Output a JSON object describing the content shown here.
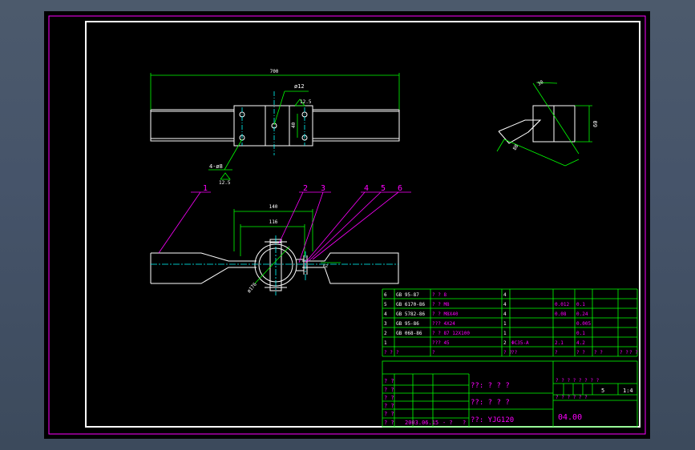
{
  "dimensions": {
    "length_700": "700",
    "hole_d12": "ø12",
    "roughness_top": "12.5",
    "holes_4x": "4-ø8",
    "roughness_bottom": "12.5",
    "pitch_40": "40",
    "right_30": "30",
    "right_60": "60",
    "right_88": "88",
    "width_140": "140",
    "width_116": "116",
    "dia_176": "ø176",
    "gap_62": "62"
  },
  "leaders": {
    "n1": "1",
    "n2": "2",
    "n3": "3",
    "n4": "4",
    "n5": "5",
    "n6": "6"
  },
  "bom_rows": [
    {
      "no": "6",
      "code": "GB 95-87",
      "name": "? ? 8",
      "qty": "4",
      "c5": "",
      "c6": "",
      "c7": "",
      "c8": ""
    },
    {
      "no": "5",
      "code": "GB 6170-86",
      "name": "? ? M8",
      "qty": "4",
      "c5": "",
      "c6": "0.012",
      "c7": "0.1",
      "c8": ""
    },
    {
      "no": "4",
      "code": "GB 5782-86",
      "name": "? ? M8X40",
      "qty": "4",
      "c5": "",
      "c6": "0.08",
      "c7": "0.24",
      "c8": ""
    },
    {
      "no": "3",
      "code": "GB 95-86",
      "name": "??? 4X24",
      "qty": "1",
      "c5": "",
      "c6": "",
      "c7": "0.005",
      "c8": ""
    },
    {
      "no": "2",
      "code": "GB 068-86",
      "name": "? ? 87 12X100",
      "qty": "1",
      "c5": "",
      "c6": "",
      "c7": "0.1",
      "c8": ""
    },
    {
      "no": "1",
      "code": "",
      "name": "??? 45",
      "qty": "2",
      "c5": "ΦC35-A",
      "c6": "2.1",
      "c7": "4.2",
      "c8": ""
    }
  ],
  "bom_header": [
    "? ?",
    "?",
    "?",
    "? ?",
    "??",
    "?",
    "? ?",
    "? ?",
    "? ?",
    "? ?"
  ],
  "title_block": {
    "rows_left": [
      "? ?",
      "? ?",
      "? ?",
      "? ?",
      "? ?",
      "? ?"
    ],
    "date": "2003.06.15",
    "date_tail": "- ?",
    "date_tail2": "?",
    "label1": "??: ? ? ?",
    "label2": "??: ? ? ?",
    "label3": "??: YJG120",
    "drawing_no": "04.00",
    "stage_labels": "? ? ? ? ? ? ? ?",
    "scale_qty": "5",
    "scale": "1:4",
    "sheet": "? ? ? ? ? ?"
  },
  "colors": {
    "frame": "#ff00ff",
    "border_white": "#ffffff",
    "dims_green": "#00ff00",
    "centerline_cyan": "#00ffff",
    "text_magenta": "#ff00ff",
    "text_white": "#ffffff",
    "table_green": "#00ff00"
  }
}
